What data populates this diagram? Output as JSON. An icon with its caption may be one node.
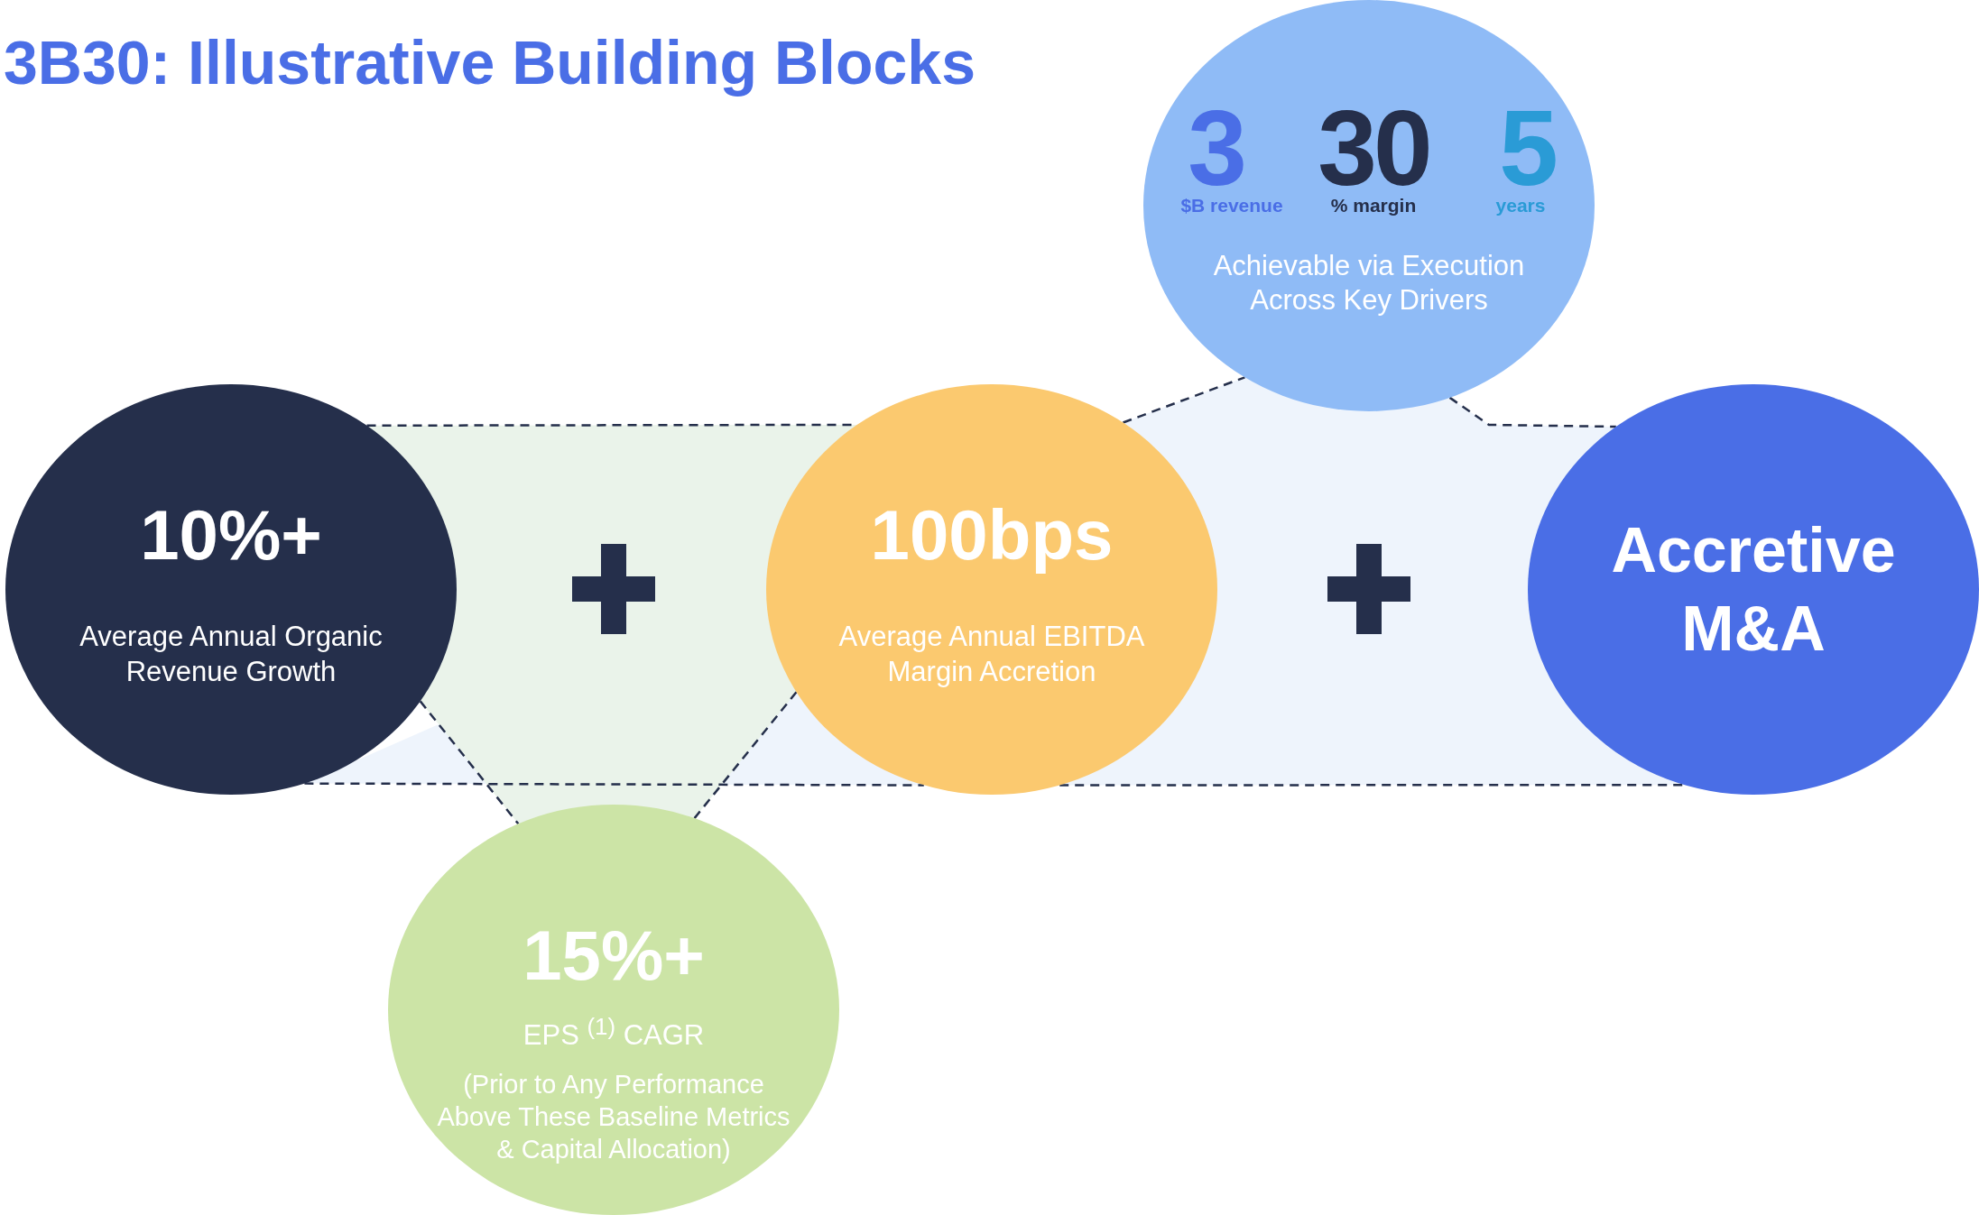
{
  "diagram": {
    "title": "3B30: Illustrative Building Blocks",
    "nodes": [
      {
        "text": [
          "3",
          "$B revenue",
          "30",
          "% margin",
          "5",
          "years",
          "Achievable via Execution Across Key Drivers"
        ]
      },
      {
        "text": [
          "10%+",
          "Average Annual Organic Revenue Growth"
        ]
      },
      {
        "text": [
          "100bps",
          "Average Annual EBITDA Margin Accretion"
        ]
      },
      {
        "text": [
          "Accretive M&A"
        ]
      },
      {
        "text": [
          "15%+",
          "EPS $^{(1)}$ CAGR",
          "(Prior to Any Performance Above These Baseline Metrics & Capital Allocation)"
        ]
      }
    ],
    "edges": [
      {
        "from": 1,
        "to": 2,
        "arrow": "none",
        "style": "dashed"
      },
      {
        "from": 1,
        "to": 2,
        "arrow": "none",
        "style": "dashed"
      },
      {
        "from": 2,
        "to": 3,
        "arrow": "none",
        "style": "dashed"
      },
      {
        "from": 1,
        "to": 4,
        "arrow": "none",
        "style": "dashed"
      },
      {
        "from": 2,
        "to": 4,
        "arrow": "none",
        "style": "dashed"
      },
      {
        "from": 2,
        "to": 0,
        "arrow": "none",
        "style": "dashed"
      },
      {
        "from": 0,
        "to": 3,
        "arrow": "none",
        "style": "dashed"
      }
    ]
  }
}
